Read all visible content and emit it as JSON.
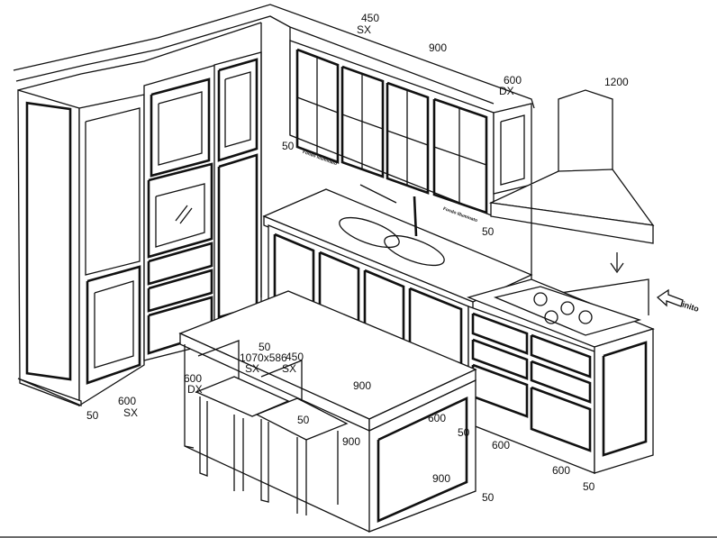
{
  "drawing": {
    "title": "Kitchen layout isometric drawing",
    "notes": {
      "lit_back_left": "Fondo Illuminato",
      "lit_back_right": "Fondo Illuminato",
      "finished": "Rifinito"
    },
    "dimensions": [
      {
        "id": "d1",
        "text": "450"
      },
      {
        "id": "d2",
        "text": "SX"
      },
      {
        "id": "d3",
        "text": "900"
      },
      {
        "id": "d4",
        "text": "600"
      },
      {
        "id": "d5",
        "text": "DX"
      },
      {
        "id": "d6",
        "text": "1200"
      },
      {
        "id": "d7",
        "text": "50"
      },
      {
        "id": "d8",
        "text": "50"
      },
      {
        "id": "d9",
        "text": "50"
      },
      {
        "id": "d10",
        "text": "1070x586"
      },
      {
        "id": "d11",
        "text": "450"
      },
      {
        "id": "d12",
        "text": "SX"
      },
      {
        "id": "d13",
        "text": "SX"
      },
      {
        "id": "d14",
        "text": "600"
      },
      {
        "id": "d15",
        "text": "DX"
      },
      {
        "id": "d16",
        "text": "900"
      },
      {
        "id": "d17",
        "text": "600"
      },
      {
        "id": "d18",
        "text": "SX"
      },
      {
        "id": "d19",
        "text": "50"
      },
      {
        "id": "d20",
        "text": "600"
      },
      {
        "id": "d21",
        "text": "50"
      },
      {
        "id": "d22",
        "text": "50"
      },
      {
        "id": "d23",
        "text": "900"
      },
      {
        "id": "d24",
        "text": "600"
      },
      {
        "id": "d25",
        "text": "900"
      },
      {
        "id": "d26",
        "text": "600"
      },
      {
        "id": "d27",
        "text": "50"
      },
      {
        "id": "d28",
        "text": "50"
      }
    ]
  }
}
